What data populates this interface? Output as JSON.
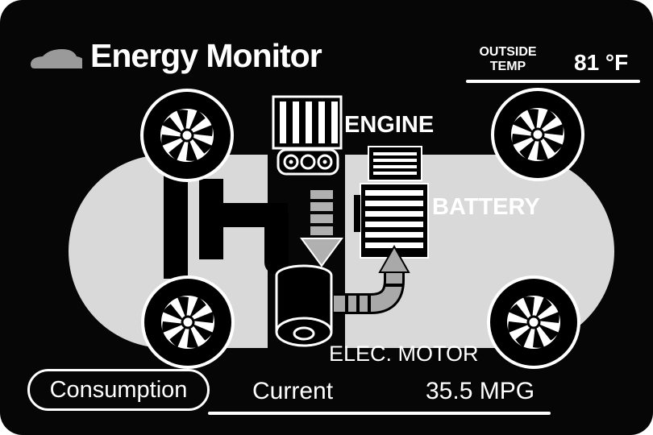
{
  "header": {
    "title": "Energy Monitor",
    "outside_temp_label_1": "OUTSIDE",
    "outside_temp_label_2": "TEMP",
    "outside_temp_value": "81 °F"
  },
  "diagram": {
    "engine_label": "ENGINE",
    "battery_label": "BATTERY",
    "motor_label": "ELEC. MOTOR",
    "components": [
      "engine",
      "battery",
      "electric-motor",
      "wheels"
    ],
    "energy_flow": [
      "engine-to-motor",
      "motor-to-battery"
    ]
  },
  "footer": {
    "consumption_label": "Consumption",
    "current_label": "Current",
    "current_value": "35.5 MPG"
  },
  "colors": {
    "panel_background": "#060606",
    "car_body": "#d9d9d9",
    "arrow": "#a9a9a9",
    "text": "#ffffff"
  }
}
